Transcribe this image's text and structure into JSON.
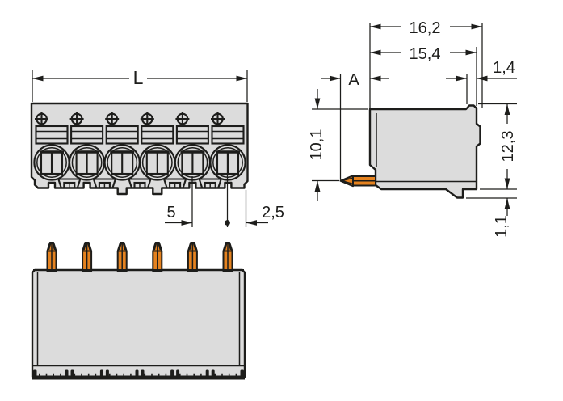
{
  "drawing": {
    "background_color": "#ffffff",
    "line_color": "#1d1d1b",
    "housing_color": "#dcdcdc",
    "pin_color": "#e5821f",
    "front_view": {
      "length_label": "L",
      "pitch_label": "5",
      "offset_label": "2,5",
      "positions": 6
    },
    "side_view": {
      "total_depth_label": "16,2",
      "housing_depth_label": "15,4",
      "collar_label": "1,4",
      "pin_projection_label": "A",
      "pin_axis_height_label": "10,1",
      "overall_height_label": "12,3",
      "foot_height_label": "1,1"
    },
    "bottom_view": {
      "pins": 6
    }
  }
}
